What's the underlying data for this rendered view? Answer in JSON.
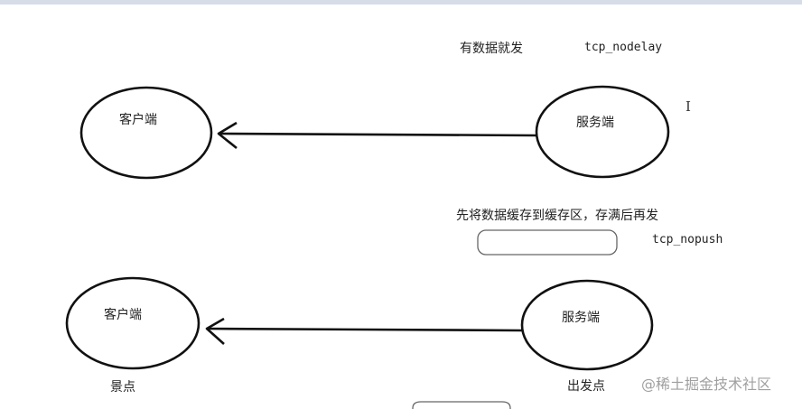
{
  "top_section": {
    "caption": "有数据就发",
    "option": "tcp_nodelay",
    "client_label": "客户端",
    "server_label": "服务端"
  },
  "middle_section": {
    "caption": "先将数据缓存到缓存区，存满后再发",
    "option": "tcp_nopush"
  },
  "bottom_section": {
    "client_label": "客户端",
    "server_label": "服务端",
    "client_sublabel": "景点",
    "server_sublabel": "出发点"
  },
  "cursor_glyph": "I",
  "watermark": "@稀土掘金技术社区",
  "colors": {
    "stroke": "#111111",
    "buffer_stroke": "#666666",
    "watermark": "#a0a0a0"
  }
}
